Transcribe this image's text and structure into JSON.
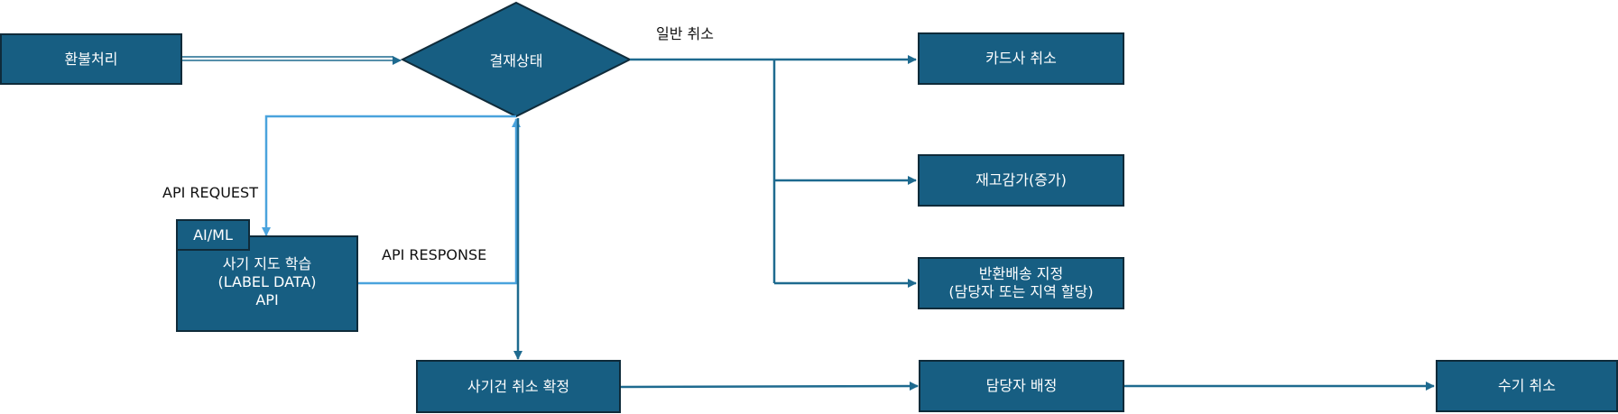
{
  "colors": {
    "node_fill": "#175e82",
    "node_border": "#0f2b3a",
    "flow_line": "#1e6a8f",
    "api_line": "#4aa3dd"
  },
  "nodes": {
    "refund": "환불처리",
    "payment_status": "결재상태",
    "card_cancel": "카드사 취소",
    "stock": "재고감가(증가)",
    "return_ship_line1": "반환배송 지정",
    "return_ship_line2": "(담당자 또는 지역 할당)",
    "aiml_tab": "AI/ML",
    "fraud_line1": "사기 지도 학습",
    "fraud_line2": "(LABEL DATA)",
    "fraud_line3": "API",
    "fraud_confirm": "사기건 취소 확정",
    "assign": "담당자 배정",
    "manual_cancel": "수기 취소"
  },
  "labels": {
    "normal_cancel": "일반 취소",
    "api_request": "API REQUEST",
    "api_response": "API RESPONSE"
  }
}
